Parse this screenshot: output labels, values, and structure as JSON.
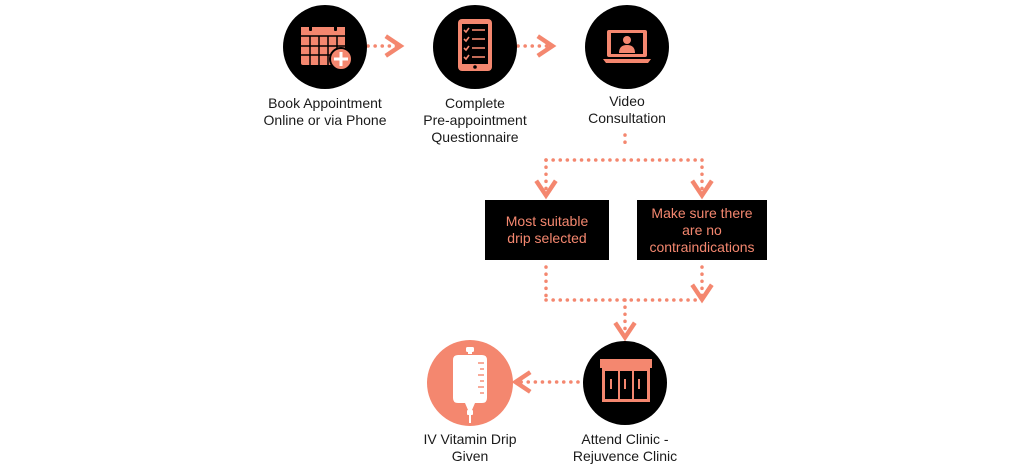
{
  "colors": {
    "accent": "#f4876f",
    "dark": "#000000",
    "text": "#1a1a1a"
  },
  "steps": [
    {
      "icon": "calendar-add-icon",
      "line1": "Book Appointment",
      "line2": "Online or via Phone"
    },
    {
      "icon": "checklist-tablet-icon",
      "line1": "Complete",
      "line2": "Pre-appointment",
      "line3": "Questionnaire"
    },
    {
      "icon": "video-laptop-icon",
      "line1": "Video",
      "line2": "Consultation"
    },
    {
      "icon": "clinic-storefront-icon",
      "line1": "Attend Clinic -",
      "line2": "Rejuvence Clinic"
    },
    {
      "icon": "iv-drip-bag-icon",
      "line1": "IV Vitamin Drip",
      "line2": "Given"
    }
  ],
  "boxes": [
    {
      "line1": "Most suitable",
      "line2": "drip selected"
    },
    {
      "line1": "Make sure there",
      "line2": "are no",
      "line3": "contraindications"
    }
  ]
}
